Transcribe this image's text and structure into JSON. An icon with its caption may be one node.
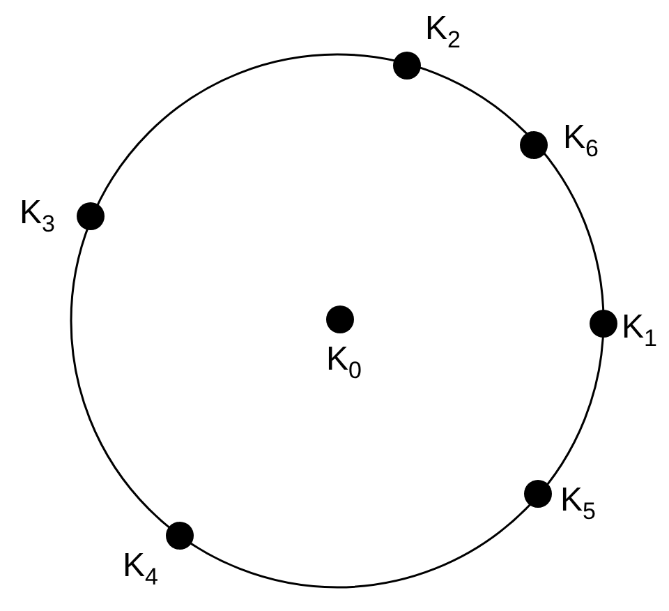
{
  "diagram": {
    "labels": [
      "K$_{2}$",
      "K$_{6}$",
      "K$_{3}$",
      "K$_{1}$",
      "K$_{0}$",
      "K$_{5}$",
      "K$_{4}$"
    ]
  }
}
